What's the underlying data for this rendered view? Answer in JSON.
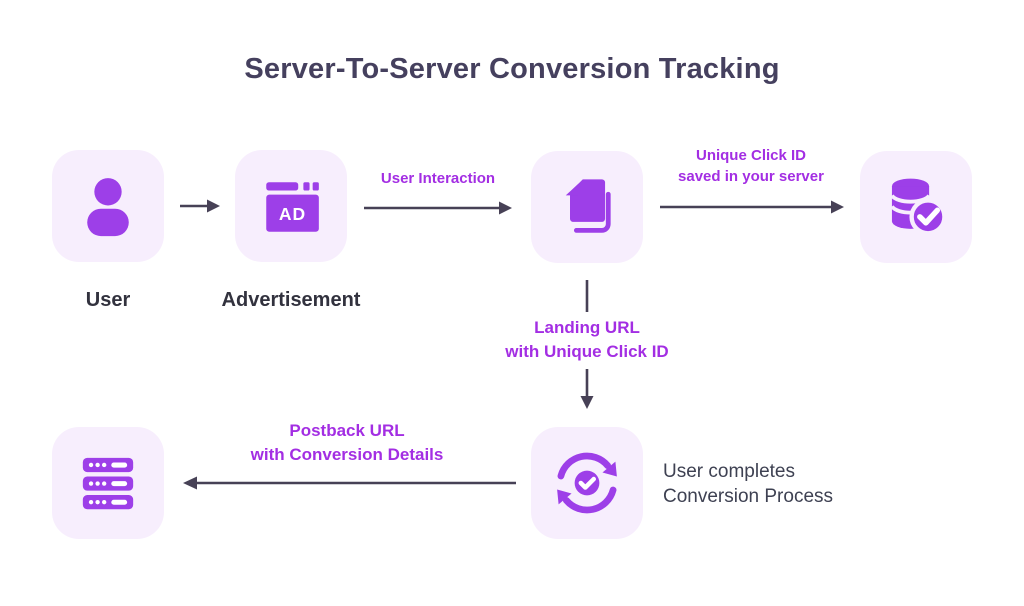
{
  "title": "Server-To-Server Conversion Tracking",
  "colors": {
    "icon_purple": "#9d3fe8",
    "tile_bg": "#f7eefd",
    "label_purple": "#a32ee3",
    "arrow": "#474156",
    "title_color": "#45405e",
    "dark_text": "#3e4152"
  },
  "nodes": {
    "user": {
      "label": "User",
      "icon": "user-icon"
    },
    "advertisement": {
      "label": "Advertisement",
      "icon": "ad-browser-icon",
      "ad_text": "AD"
    },
    "landing_page": {
      "icon": "pages-icon"
    },
    "server_db": {
      "icon": "database-check-icon"
    },
    "postback_server": {
      "icon": "server-rack-icon"
    },
    "conversion": {
      "icon": "sync-check-icon",
      "caption_line1": "User completes",
      "caption_line2": "Conversion Process"
    }
  },
  "edges": {
    "ad_to_landing": {
      "label": "User Interaction"
    },
    "landing_to_db": {
      "label_line1": "Unique Click ID",
      "label_line2": "saved in your server"
    },
    "landing_to_conversion": {
      "label_line1": "Landing URL",
      "label_line2": "with Unique Click ID"
    },
    "conversion_to_server": {
      "label_line1": "Postback URL",
      "label_line2": "with Conversion Details"
    }
  }
}
